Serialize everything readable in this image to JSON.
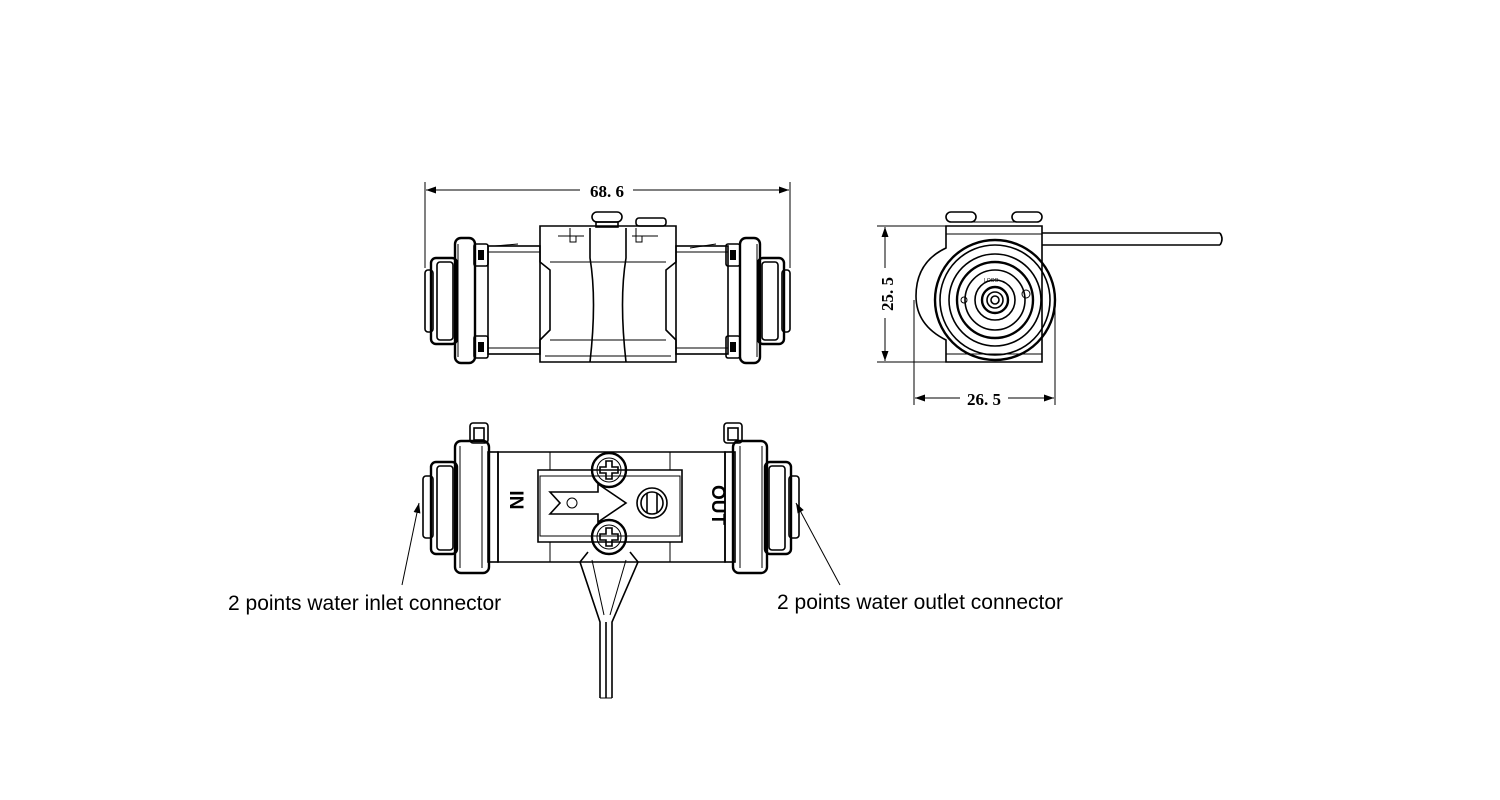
{
  "dimensions": {
    "length": "68. 6",
    "height": "25. 5",
    "width": "26. 5"
  },
  "flow_labels": {
    "inlet": "IN",
    "outlet": "OUT"
  },
  "callouts": {
    "inlet": "2 points water inlet connector",
    "outlet": "2 points water outlet connector"
  },
  "colors": {
    "line": "#000000",
    "background": "#ffffff"
  }
}
